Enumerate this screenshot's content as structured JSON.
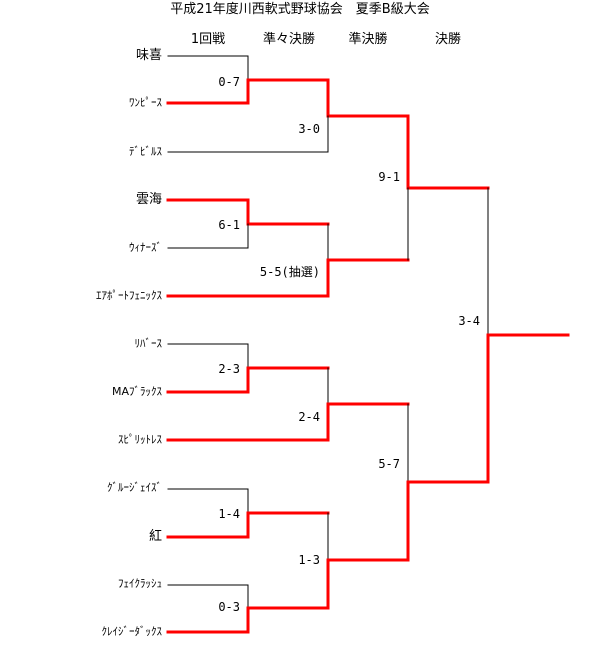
{
  "title": "平成21年度川西軟式野球協会　夏季B級大会",
  "rounds": [
    "1回戦",
    "準々決勝",
    "準決勝",
    "決勝"
  ],
  "teams": [
    "味喜",
    "ﾜﾝﾋﾟｰｽ",
    "ﾃﾞﾋﾞﾙｽ",
    "雲海",
    "ｳｨﾅｰｽﾞ",
    "ｴｱﾎﾟｰﾄﾌｪﾆｯｸｽ",
    "ﾘﾊﾞｰｽ",
    "MAﾌﾞﾗｯｸｽ",
    "ｽﾋﾟﾘｯﾄﾚｽ",
    "ｸﾞﾙｰｼﾞｪｲｽﾞ",
    "紅",
    "ﾌｪｲｸﾗｯｼｭ",
    "ｸﾚｲｼﾞｰﾀﾞｯｸｽ"
  ],
  "scores": {
    "r1_1": "0-7",
    "r1_2": "6-1",
    "r1_3": "2-3",
    "r1_4": "1-4",
    "r1_5": "0-3",
    "qf_1": "3-0",
    "qf_2": "5-5(抽選)",
    "qf_3": "2-4",
    "qf_4": "1-3",
    "sf_1": "9-1",
    "sf_2": "5-7",
    "final": "3-4"
  },
  "colors": {
    "winner": "#ff0000",
    "loser": "#000000"
  }
}
